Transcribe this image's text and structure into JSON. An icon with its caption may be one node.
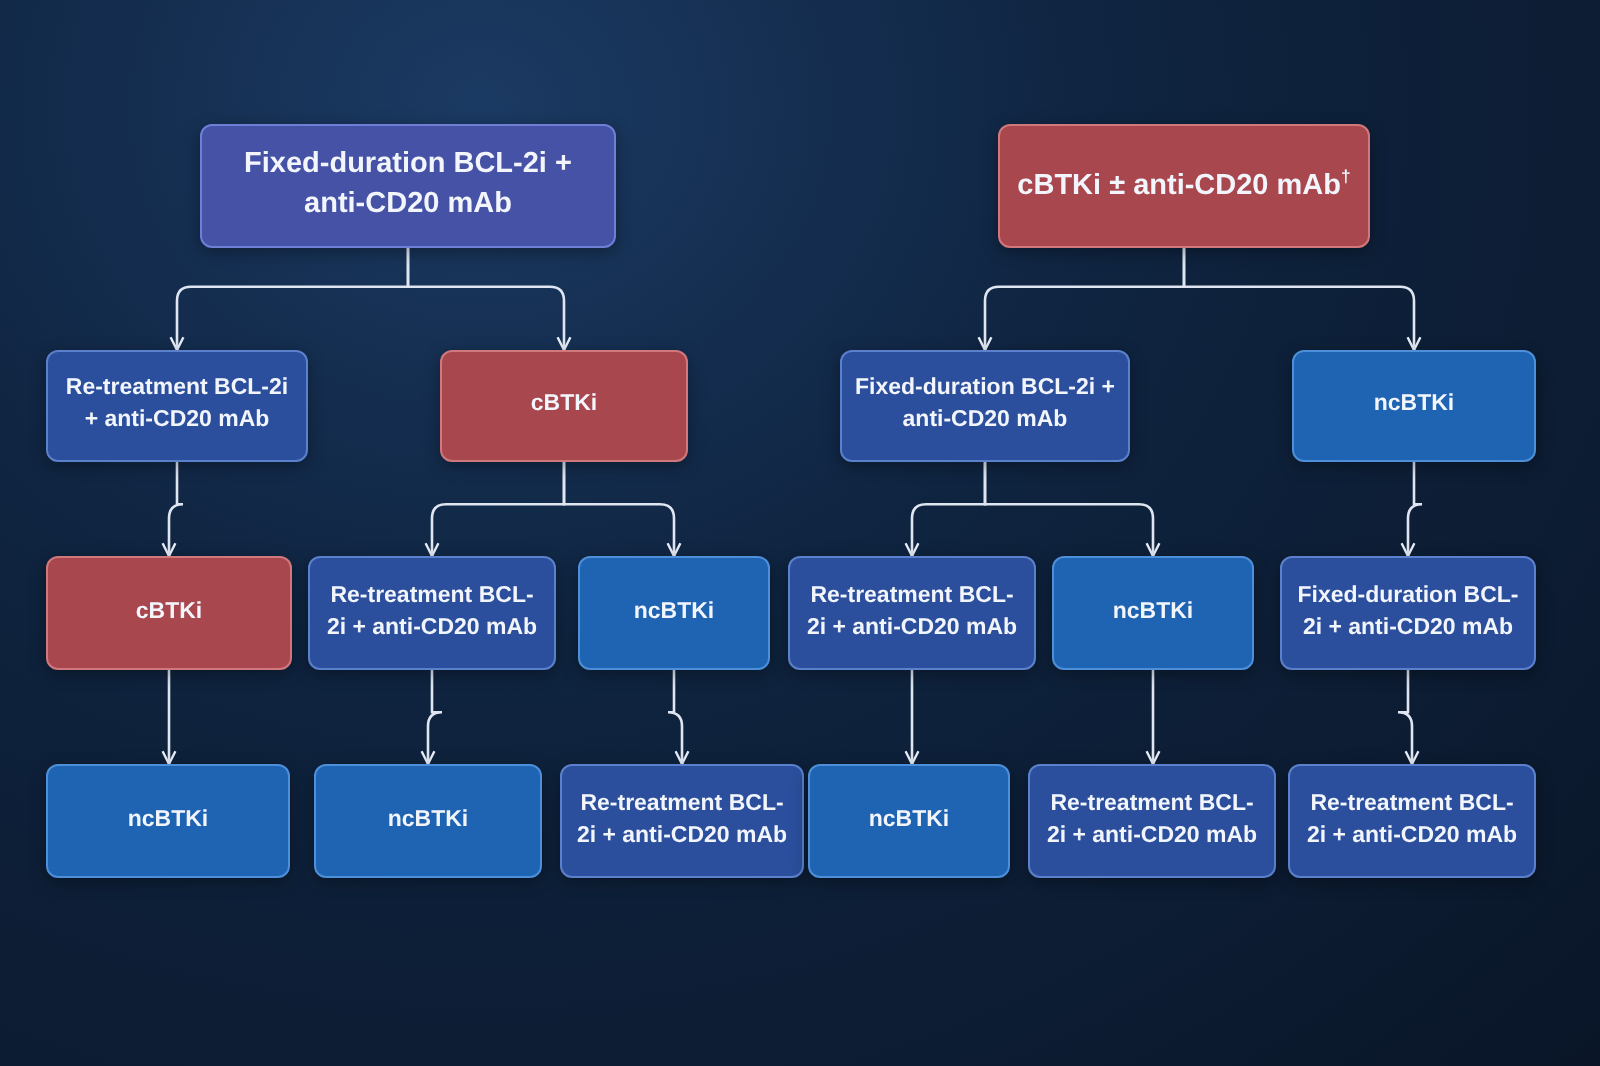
{
  "diagram": {
    "nodes": [
      {
        "text": [
          "Fixed-duration BCL-2i + anti-CD20 mAb"
        ]
      },
      {
        "text": [
          "cBTKi ± anti-CD20 mAb$^{†}$"
        ]
      },
      {
        "text": [
          "Re-treatment BCL-2i + anti-CD20 mAb"
        ]
      },
      {
        "text": [
          "cBTKi"
        ]
      },
      {
        "text": [
          "Fixed-duration BCL-2i + anti-CD20 mAb"
        ]
      },
      {
        "text": [
          "ncBTKi"
        ]
      },
      {
        "text": [
          "cBTKi"
        ]
      },
      {
        "text": [
          "Re-treatment BCL-2i + anti-CD20 mAb"
        ]
      },
      {
        "text": [
          "ncBTKi"
        ]
      },
      {
        "text": [
          "Re-treatment BCL-2i + anti-CD20 mAb"
        ]
      },
      {
        "text": [
          "ncBTKi"
        ]
      },
      {
        "text": [
          "Fixed-duration BCL-2i + anti-CD20 mAb"
        ]
      },
      {
        "text": [
          "ncBTKi"
        ]
      },
      {
        "text": [
          "ncBTKi"
        ]
      },
      {
        "text": [
          "Re-treatment BCL-2i + anti-CD20 mAb"
        ]
      },
      {
        "text": [
          "ncBTKi"
        ]
      },
      {
        "text": [
          "Re-treatment BCL-2i + anti-CD20 mAb"
        ]
      },
      {
        "text": [
          "Re-treatment BCL-2i + anti-CD20 mAb"
        ]
      }
    ],
    "edges": [
      {
        "from": 0,
        "to": 2,
        "arrow": "to"
      },
      {
        "from": 0,
        "to": 3,
        "arrow": "to"
      },
      {
        "from": 1,
        "to": 4,
        "arrow": "to"
      },
      {
        "from": 1,
        "to": 5,
        "arrow": "to"
      },
      {
        "from": 2,
        "to": 6,
        "arrow": "to"
      },
      {
        "from": 3,
        "to": 7,
        "arrow": "to"
      },
      {
        "from": 3,
        "to": 8,
        "arrow": "to"
      },
      {
        "from": 4,
        "to": 9,
        "arrow": "to"
      },
      {
        "from": 4,
        "to": 10,
        "arrow": "to"
      },
      {
        "from": 5,
        "to": 11,
        "arrow": "to"
      },
      {
        "from": 6,
        "to": 12,
        "arrow": "to"
      },
      {
        "from": 7,
        "to": 13,
        "arrow": "to"
      },
      {
        "from": 8,
        "to": 14,
        "arrow": "to"
      },
      {
        "from": 9,
        "to": 15,
        "arrow": "to"
      },
      {
        "from": 10,
        "to": 16,
        "arrow": "to"
      },
      {
        "from": 11,
        "to": 17,
        "arrow": "to"
      }
    ]
  }
}
